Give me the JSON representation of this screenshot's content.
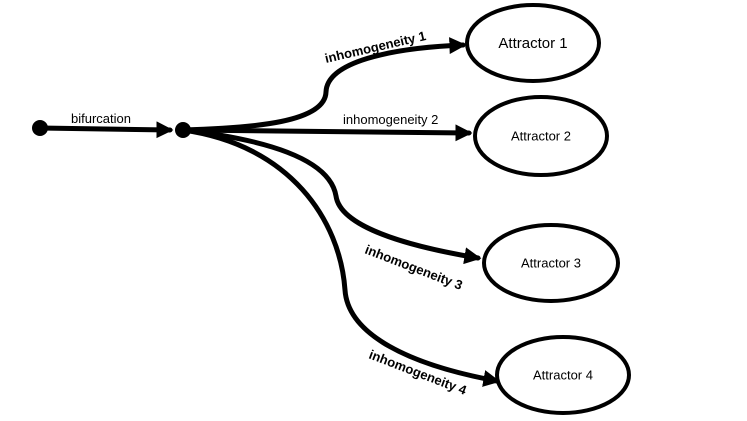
{
  "colors": {
    "stroke": "#000000",
    "background": "#ffffff",
    "node_fill": "#ffffff"
  },
  "edges": {
    "bifurcation": "bifurcation",
    "inhomogeneity_1": "inhomogeneity 1",
    "inhomogeneity_2": "inhomogeneity 2",
    "inhomogeneity_3": "inhomogeneity 3",
    "inhomogeneity_4": "inhomogeneity 4"
  },
  "attractors": {
    "a1": "Attractor 1",
    "a2": "Attractor 2",
    "a3": "Attractor 3",
    "a4": "Attractor 4"
  }
}
